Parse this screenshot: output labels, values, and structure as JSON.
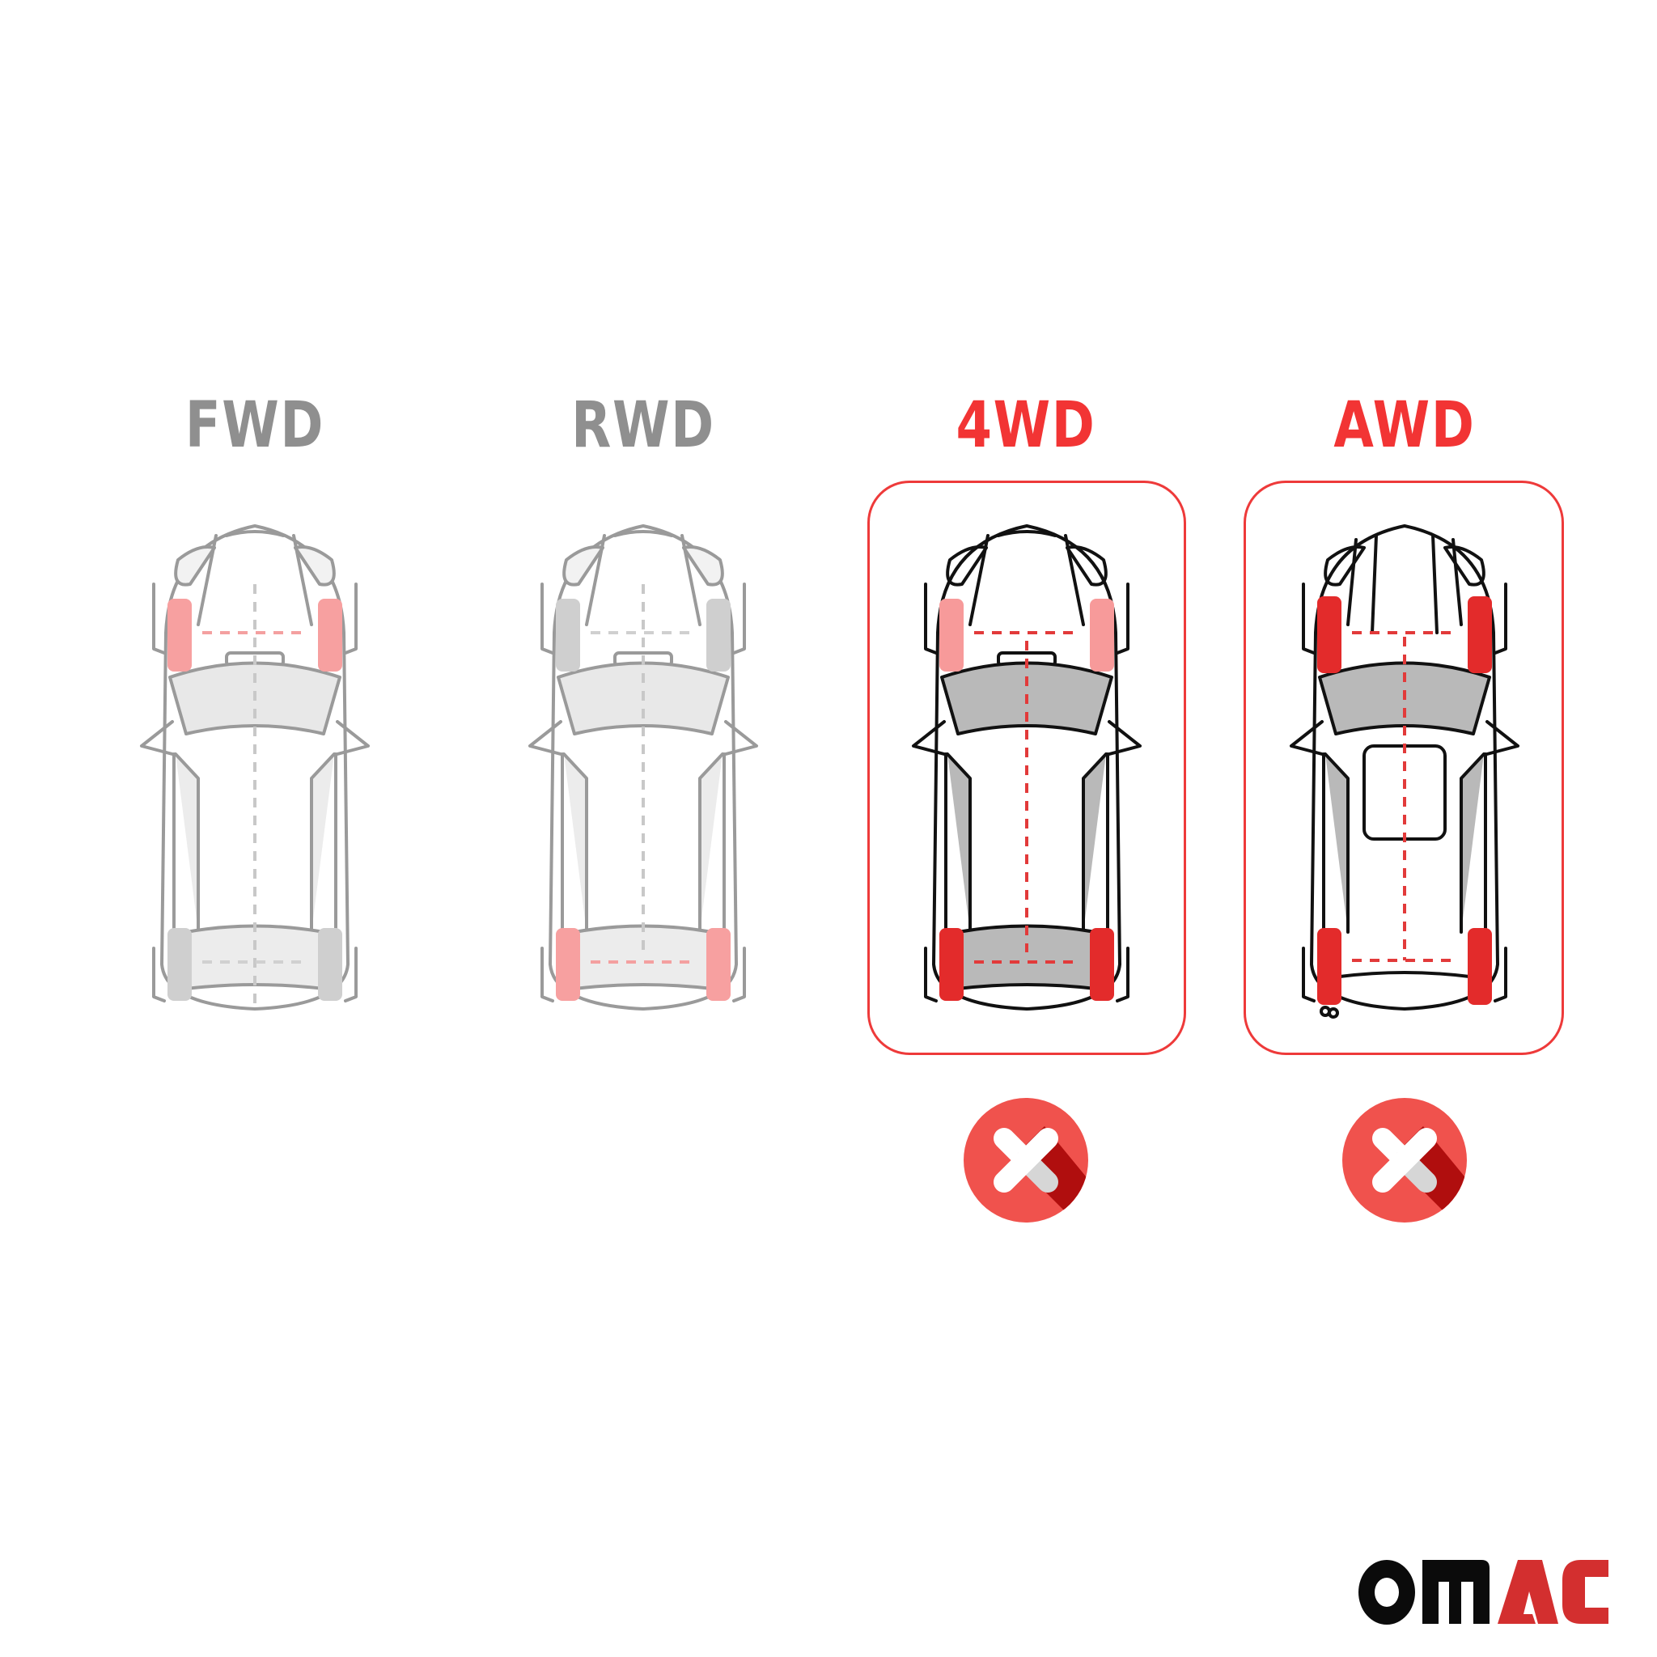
{
  "drivetrains": [
    {
      "label": "FWD",
      "state": "inactive",
      "driven_axle": "front",
      "compatible": null
    },
    {
      "label": "RWD",
      "state": "inactive",
      "driven_axle": "rear",
      "compatible": null
    },
    {
      "label": "4WD",
      "state": "highlighted",
      "driven_axle": "both",
      "compatible": false
    },
    {
      "label": "AWD",
      "state": "highlighted",
      "driven_axle": "both",
      "compatible": false
    }
  ],
  "icons": {
    "incompatible": "x-circle-icon"
  },
  "colors": {
    "inactive_label": "#8f8f8f",
    "active_label": "#f23434",
    "box_border": "#ee3a3a",
    "driven_wheel_light": "#f79a9a",
    "driven_wheel_strong": "#e32b2b",
    "x_circle": "#f0524d",
    "x_shadow": "#b00e0e",
    "logo_black": "#0b0b0b",
    "logo_red": "#d32f2f"
  },
  "brand": {
    "logo_left": "OM",
    "logo_right": "AC"
  }
}
